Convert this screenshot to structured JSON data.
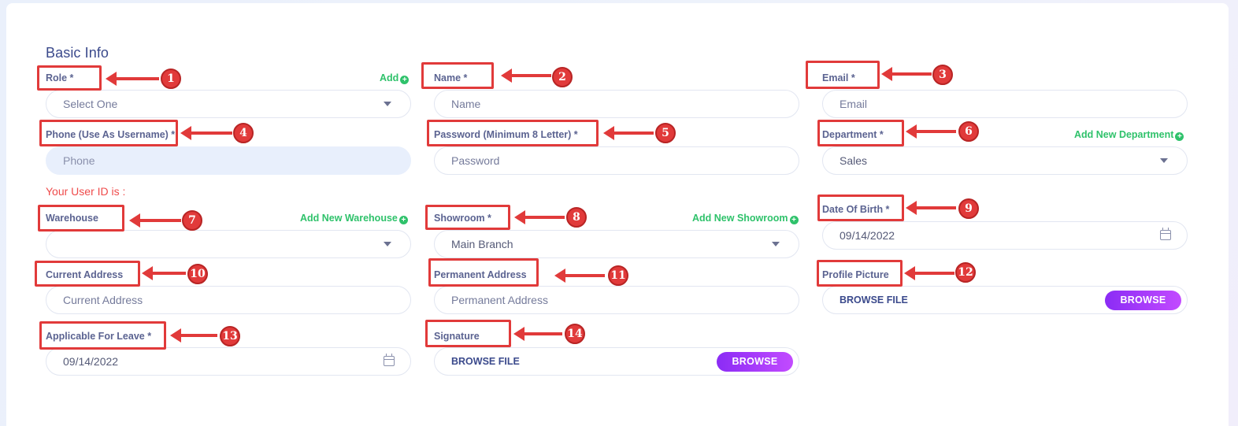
{
  "section_title": "Basic Info",
  "user_id_text": "Your User ID is :",
  "col1": {
    "role": {
      "label": "Role *",
      "add": "Add",
      "value": "Select One"
    },
    "phone": {
      "label": "Phone (Use As Username) *",
      "placeholder": "Phone"
    },
    "warehouse": {
      "label": "Warehouse",
      "add": "Add New Warehouse",
      "value": ""
    },
    "current_address": {
      "label": "Current Address",
      "placeholder": "Current Address"
    },
    "leave": {
      "label": "Applicable For Leave *",
      "value": "09/14/2022"
    }
  },
  "col2": {
    "name": {
      "label": "Name *",
      "placeholder": "Name"
    },
    "password": {
      "label": "Password (Minimum 8 Letter) *",
      "placeholder": "Password"
    },
    "showroom": {
      "label": "Showroom *",
      "add": "Add New Showroom",
      "value": "Main Branch"
    },
    "permanent_address": {
      "label": "Permanent Address",
      "placeholder": "Permanent Address"
    },
    "signature": {
      "label": "Signature",
      "file_text": "BROWSE FILE",
      "button": "BROWSE"
    }
  },
  "col3": {
    "email": {
      "label": "Email *",
      "placeholder": "Email"
    },
    "department": {
      "label": "Department *",
      "add": "Add New Department",
      "value": "Sales"
    },
    "dob": {
      "label": "Date Of Birth *",
      "value": "09/14/2022"
    },
    "profile_picture": {
      "label": "Profile Picture",
      "file_text": "BROWSE FILE",
      "button": "BROWSE"
    }
  },
  "plus_glyph": "+",
  "annotations": [
    "1",
    "2",
    "3",
    "4",
    "5",
    "6",
    "7",
    "8",
    "9",
    "10",
    "11",
    "12",
    "13",
    "14"
  ],
  "annotation_color": "#e13a3a"
}
